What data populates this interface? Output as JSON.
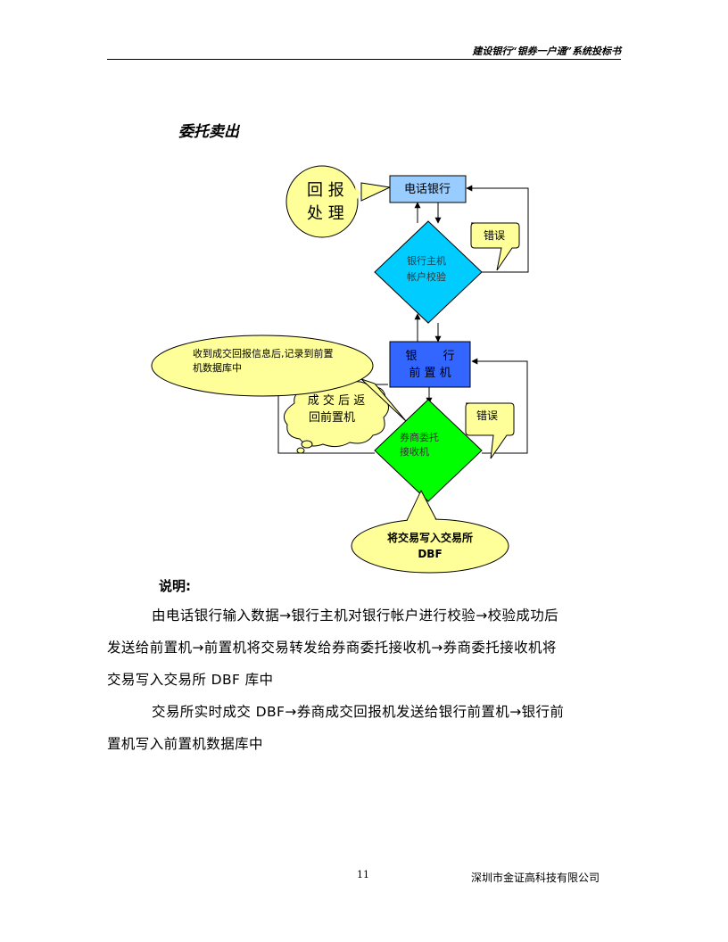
{
  "header": {
    "title": "建设银行“银券一户通”系统投标书"
  },
  "section": {
    "title": "委托卖出"
  },
  "diagram": {
    "reply_bubble": {
      "line1": "回 报",
      "line2": "处 理"
    },
    "phone_bank": "电话银行",
    "error1": "错误",
    "bank_host": {
      "line1": "银行主机",
      "line2": "帐户校验"
    },
    "recv_callout": {
      "line1": "收到成交回报信息后,记录到前置",
      "line2": "机数据库中"
    },
    "front_machine": {
      "line1": "银       行",
      "line2": "前 置 机"
    },
    "cloud": {
      "line1": "成 交 后 返",
      "line2": "回前置机"
    },
    "error2": "错误",
    "broker": {
      "line1": "券商委托",
      "line2": "接收机"
    },
    "exchange_callout": {
      "line1": "将交易写入交易所",
      "line2": "DBF"
    }
  },
  "explanation": {
    "heading": "说明:",
    "para1_line1": "由电话银行输入数据→银行主机对银行帐户进行校验→校验成功后",
    "para1_line2": "发送给前置机→前置机将交易转发给券商委托接收机→券商委托接收机将",
    "para1_line3": "交易写入交易所 DBF 库中",
    "para2_line1": "交易所实时成交 DBF→券商成交回报机发送给银行前置机→银行前",
    "para2_line2": "置机写入前置机数据库中"
  },
  "footer": {
    "page": "11",
    "company": "深圳市金证高科技有限公司"
  },
  "colors": {
    "blue_box": "#3366ff",
    "light_blue_box": "#99ccff",
    "cyan_diamond": "#00ccff",
    "green_diamond": "#00ff00",
    "callout_yellow": "#ffff99"
  }
}
